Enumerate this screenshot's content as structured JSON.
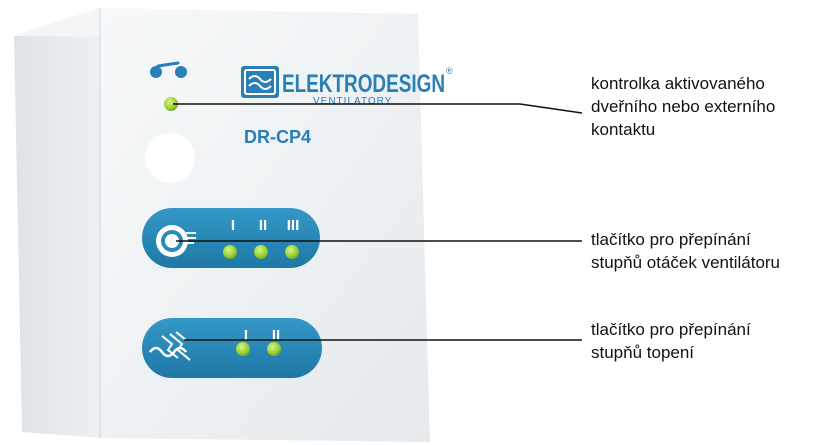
{
  "device": {
    "brand_name": "ELEKTRODESIGN",
    "brand_subtitle": "VENTILATORY",
    "model": "DR-CP4",
    "fan_speed_marks": [
      "I",
      "II",
      "III"
    ],
    "heat_level_marks": [
      "I",
      "II"
    ]
  },
  "callouts": [
    {
      "lines": [
        "kontrolka aktivovaného",
        "dveřního nebo externího",
        "kontaktu"
      ]
    },
    {
      "lines": [
        "tlačítko pro přepínání",
        "stupňů otáček ventilátoru"
      ]
    },
    {
      "lines": [
        "tlačítko pro přepínání",
        "stupňů topení"
      ]
    }
  ],
  "colors": {
    "panel_face": "#eef1f3",
    "panel_side": "#d9dde0",
    "button_strip": "#2a8ab8",
    "led_green": "#9ed43a",
    "brand_blue": "#2a7fb5",
    "leader_line": "#111111"
  }
}
